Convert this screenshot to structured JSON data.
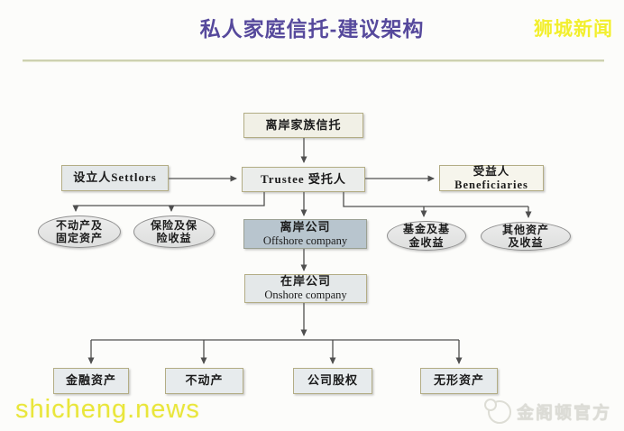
{
  "title": "私人家庭信托-建议架构",
  "watermarks": {
    "top_right": "狮城新闻",
    "bottom_left": "shicheng.news",
    "bottom_right": "金阁顿官方"
  },
  "diagram": {
    "trust": "离岸家族信托",
    "settlors": "设立人Settlors",
    "trustee": "Trustee 受托人",
    "beneficiaries": "受益人Beneficiaries",
    "offshore": {
      "zh": "离岸公司",
      "en": "Offshore company"
    },
    "onshore": {
      "zh": "在岸公司",
      "en": "Onshore company"
    },
    "asset_ellipses": [
      {
        "line1": "不动产及",
        "line2": "固定资产"
      },
      {
        "line1": "保险及保",
        "line2": "险收益"
      },
      {
        "line1": "基金及基",
        "line2": "金收益"
      },
      {
        "line1": "其他资产",
        "line2": "及收益"
      }
    ],
    "bottom_assets": [
      {
        "label": "金融资产"
      },
      {
        "label": "不动产"
      },
      {
        "label": "公司股权"
      },
      {
        "label": "无形资产"
      }
    ]
  },
  "colors": {
    "title": "#56499c",
    "watermark_yellow": "#f2ef2e",
    "box_border": "#b3ad85",
    "offshore_fill": "#b8c5ce",
    "connector": "#4f4f4f"
  }
}
